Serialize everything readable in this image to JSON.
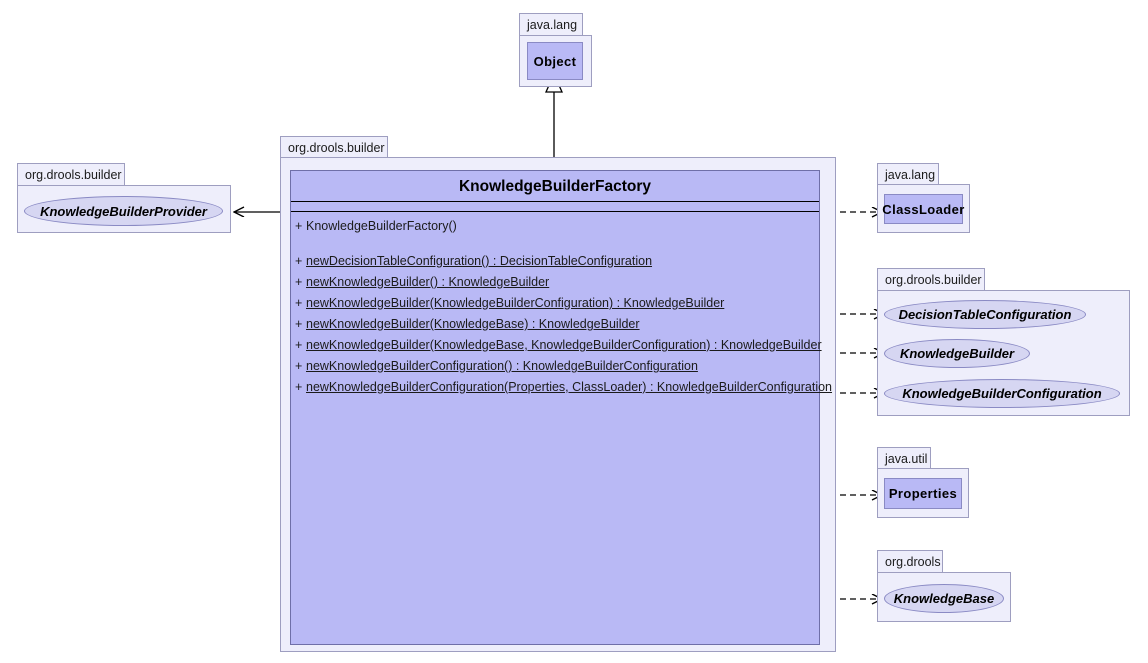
{
  "diagram": {
    "title": "KnowledgeBuilderFactory class diagram",
    "colors": {
      "class_fill": "#b9b9f5",
      "package_fill": "#eeeefb",
      "interface_fill": "#d6d6f2",
      "border": "#8a8ac4",
      "line": "#000000",
      "background": "#ffffff"
    }
  },
  "packages": {
    "java_lang_object": {
      "label": "java.lang"
    },
    "drools_builder_provider": {
      "label": "org.drools.builder"
    },
    "drools_builder_main": {
      "label": "org.drools.builder"
    },
    "java_lang_classloader": {
      "label": "java.lang"
    },
    "drools_builder_ifaces": {
      "label": "org.drools.builder"
    },
    "java_util": {
      "label": "java.util"
    },
    "org_drools": {
      "label": "org.drools"
    }
  },
  "nodes": {
    "object": {
      "name": "Object",
      "kind": "class"
    },
    "knowledge_builder_provider": {
      "name": "KnowledgeBuilderProvider",
      "kind": "interface"
    },
    "class_loader": {
      "name": "ClassLoader",
      "kind": "class"
    },
    "decision_table_configuration": {
      "name": "DecisionTableConfiguration",
      "kind": "interface"
    },
    "knowledge_builder": {
      "name": "KnowledgeBuilder",
      "kind": "interface"
    },
    "knowledge_builder_configuration": {
      "name": "KnowledgeBuilderConfiguration",
      "kind": "interface"
    },
    "properties": {
      "name": "Properties",
      "kind": "class"
    },
    "knowledge_base": {
      "name": "KnowledgeBase",
      "kind": "interface"
    }
  },
  "main_class": {
    "name": "KnowledgeBuilderFactory",
    "attributes": [],
    "operations": [
      {
        "visibility": "+",
        "signature": "KnowledgeBuilderFactory()",
        "static": false
      },
      {
        "visibility": "+",
        "signature": "newDecisionTableConfiguration() : DecisionTableConfiguration",
        "static": true
      },
      {
        "visibility": "+",
        "signature": "newKnowledgeBuilder() : KnowledgeBuilder",
        "static": true
      },
      {
        "visibility": "+",
        "signature": "newKnowledgeBuilder(KnowledgeBuilderConfiguration) : KnowledgeBuilder",
        "static": true
      },
      {
        "visibility": "+",
        "signature": "newKnowledgeBuilder(KnowledgeBase) : KnowledgeBuilder",
        "static": true
      },
      {
        "visibility": "+",
        "signature": "newKnowledgeBuilder(KnowledgeBase, KnowledgeBuilderConfiguration) : KnowledgeBuilder",
        "static": true
      },
      {
        "visibility": "+",
        "signature": "newKnowledgeBuilderConfiguration() : KnowledgeBuilderConfiguration",
        "static": true
      },
      {
        "visibility": "+",
        "signature": "newKnowledgeBuilderConfiguration(Properties, ClassLoader) : KnowledgeBuilderConfiguration",
        "static": true
      }
    ]
  },
  "relations": [
    {
      "type": "generalization",
      "from": "KnowledgeBuilderFactory",
      "to": "Object",
      "style": "solid",
      "arrow": "hollow-triangle"
    },
    {
      "type": "association",
      "from": "KnowledgeBuilderFactory",
      "to": "KnowledgeBuilderProvider",
      "style": "solid",
      "arrow": "open"
    },
    {
      "type": "dependency",
      "from": "KnowledgeBuilderFactory",
      "to": "ClassLoader",
      "style": "dashed",
      "arrow": "open"
    },
    {
      "type": "dependency",
      "from": "KnowledgeBuilderFactory",
      "to": "DecisionTableConfiguration",
      "style": "dashed",
      "arrow": "open"
    },
    {
      "type": "dependency",
      "from": "KnowledgeBuilderFactory",
      "to": "KnowledgeBuilder",
      "style": "dashed",
      "arrow": "open"
    },
    {
      "type": "dependency",
      "from": "KnowledgeBuilderFactory",
      "to": "KnowledgeBuilderConfiguration",
      "style": "dashed",
      "arrow": "open"
    },
    {
      "type": "dependency",
      "from": "KnowledgeBuilderFactory",
      "to": "Properties",
      "style": "dashed",
      "arrow": "open"
    },
    {
      "type": "dependency",
      "from": "KnowledgeBuilderFactory",
      "to": "KnowledgeBase",
      "style": "dashed",
      "arrow": "open"
    }
  ]
}
